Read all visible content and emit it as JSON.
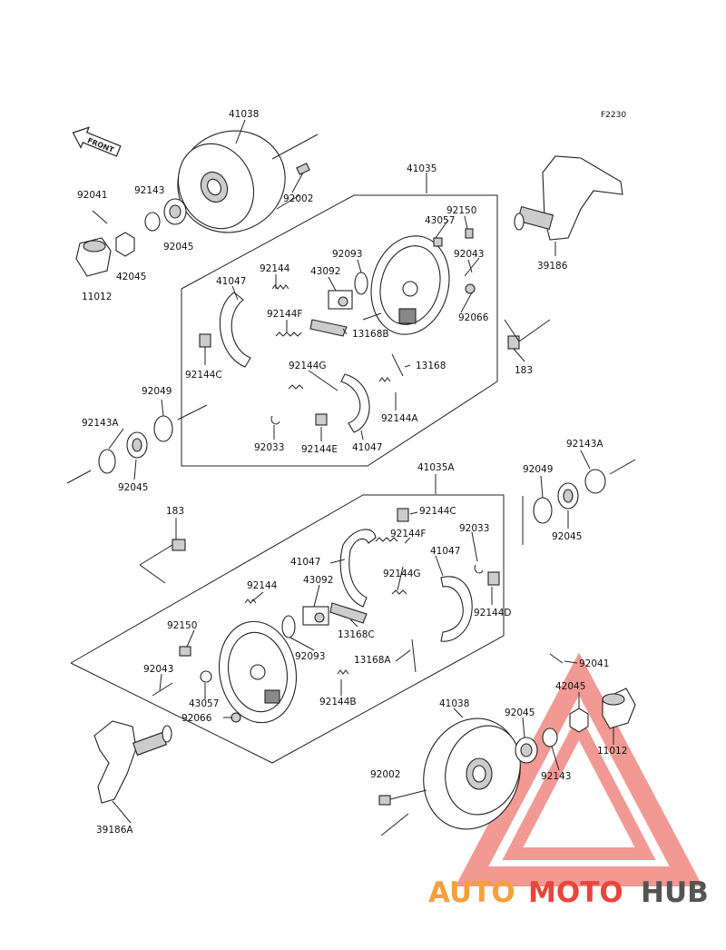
{
  "figure_code": "F2230",
  "front_label": "FRONT",
  "watermark": {
    "part1": "AUTO",
    "part2": "MOTO",
    "part3": "HUB",
    "colors": {
      "auto": "#f5a03c",
      "moto": "#e8453c",
      "hub": "#555555",
      "triangle": "#e8453c"
    }
  },
  "labels": {
    "p41038_top": "41038",
    "p41035_top": "41035",
    "p92041_top": "92041",
    "p92143_top": "92143",
    "p92045_top": "92045",
    "p42045_top": "42045",
    "p11012_top": "11012",
    "p92002_top": "92002",
    "p92150_top": "92150",
    "p43057_top": "43057",
    "p92093_top": "92093",
    "p43092_top": "43092",
    "p92043_top": "92043",
    "p92066_top": "92066",
    "p41047_top_a": "41047",
    "p92144_top": "92144",
    "p92144F_top": "92144F",
    "p13168B": "13168B",
    "p92144C_top": "92144C",
    "p92144G_top": "92144G",
    "p13168": "13168",
    "p92144A": "92144A",
    "p92033_top": "92033",
    "p92144E": "92144E",
    "p41047_top_b": "41047",
    "p39186": "39186",
    "p183_top": "183",
    "p92049_left": "92049",
    "p92143A_left": "92143A",
    "p92045_left": "92045",
    "p92143A_right": "92143A",
    "p92049_right": "92049",
    "p92045_right": "92045",
    "p41035A": "41035A",
    "p183_mid": "183",
    "p92144C_bot": "92144C",
    "p92144F_bot": "92144F",
    "p92033_bot": "92033",
    "p41047_bot_a": "41047",
    "p41047_bot_b": "41047",
    "p92144G_bot": "92144G",
    "p92144D": "92144D",
    "p92144_bot": "92144",
    "p43092_bot": "43092",
    "p92150_bot": "92150",
    "p13168C": "13168C",
    "p92093_bot": "92093",
    "p13168A": "13168A",
    "p92043_bot": "92043",
    "p92144B": "92144B",
    "p43057_bot": "43057",
    "p92066_bot": "92066",
    "p92041_bot": "92041",
    "p42045_bot": "42045",
    "p41038_bot": "41038",
    "p92045_bot": "92045",
    "p11012_bot": "11012",
    "p92143_bot": "92143",
    "p92002_bot": "92002",
    "p39186A": "39186A"
  }
}
